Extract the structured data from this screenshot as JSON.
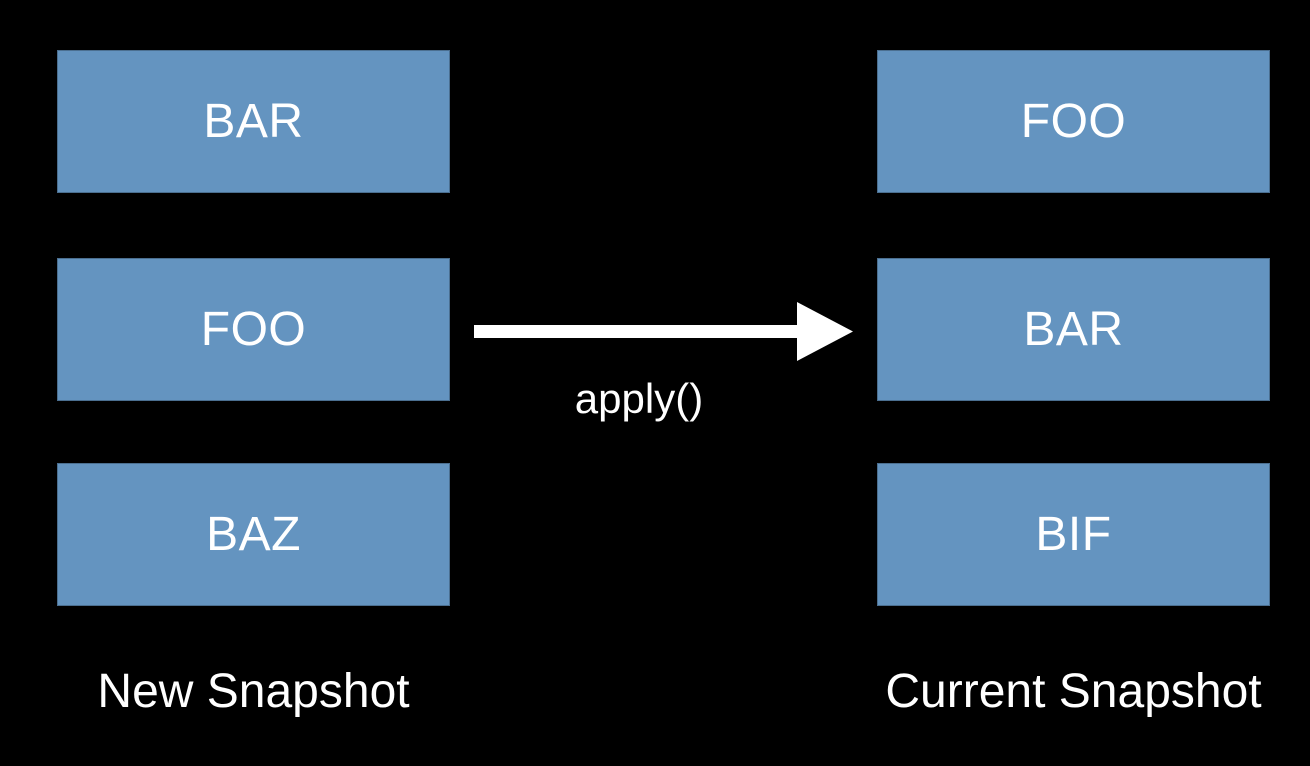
{
  "diagram": {
    "colors": {
      "background": "#000000",
      "box_fill": "#6494c0",
      "text": "#ffffff",
      "arrow": "#ffffff"
    },
    "left_column": {
      "caption": "New Snapshot",
      "boxes": [
        "BAR",
        "FOO",
        "BAZ"
      ]
    },
    "right_column": {
      "caption": "Current Snapshot",
      "boxes": [
        "FOO",
        "BAR",
        "BIF"
      ]
    },
    "arrow": {
      "label": "apply()"
    }
  }
}
